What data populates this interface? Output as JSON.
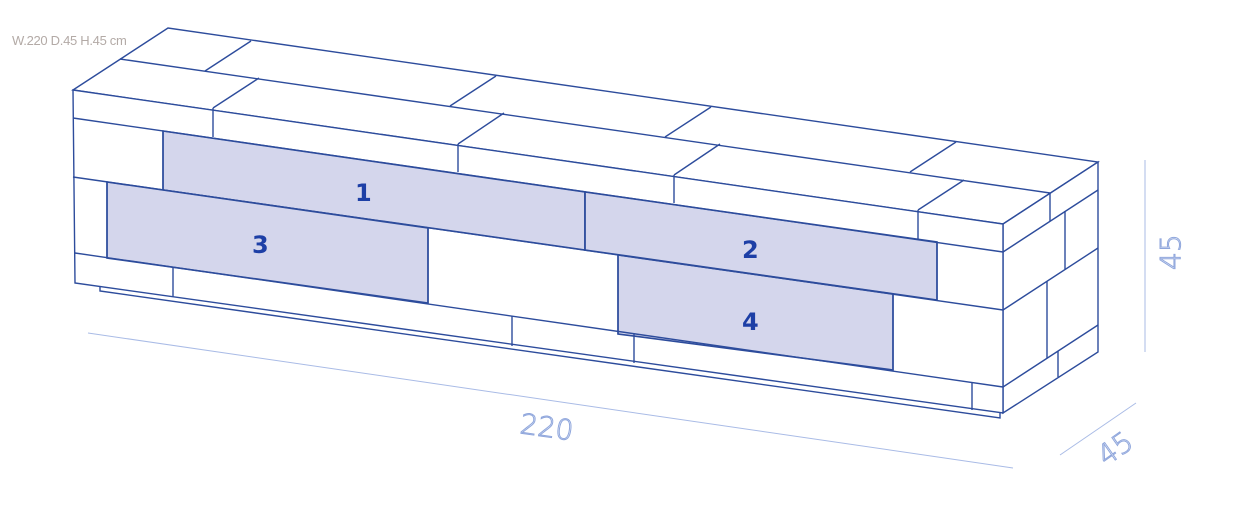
{
  "spec_text": "W.220 D.45 H.45 cm",
  "panels": [
    {
      "label": "1"
    },
    {
      "label": "2"
    },
    {
      "label": "3"
    },
    {
      "label": "4"
    }
  ],
  "dimensions": {
    "width": "220",
    "height": "45",
    "depth": "45"
  },
  "colors": {
    "stroke": "#2d4c9c",
    "panel_fill": "#d4d6ec",
    "label": "#1d3fa6",
    "dimension": "#a9bbe6",
    "spec_text": "#b3aaa6"
  }
}
